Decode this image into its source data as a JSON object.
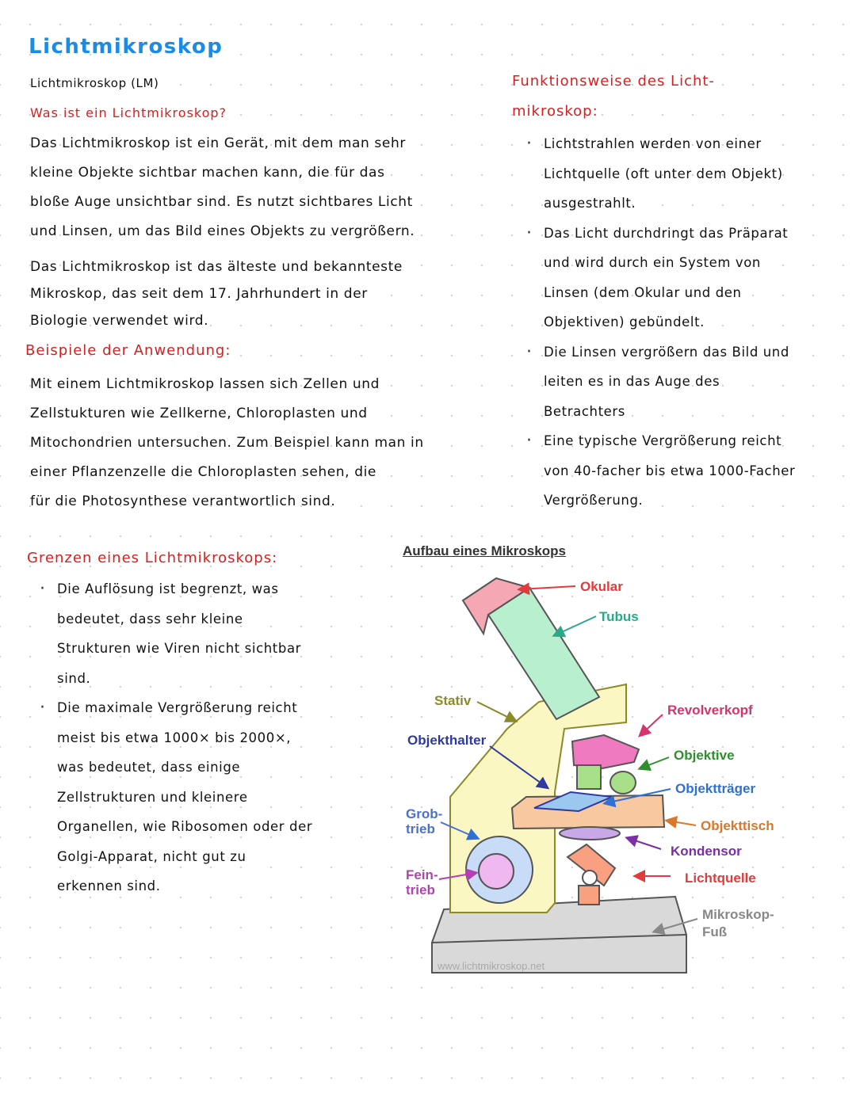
{
  "title": "Lichtmikroskop",
  "abbreviation": "Lichtmikroskop (LM)",
  "left": {
    "question": "Was ist ein Lichtmikroskop?",
    "definition_lines": [
      "Das Lichtmikroskop ist ein Gerät, mit dem man sehr",
      "kleine Objekte sichtbar machen kann, die für das",
      "bloße Auge unsichtbar sind. Es nutzt sichtbares Licht",
      "und Linsen, um das Bild eines Objekts zu vergrößern."
    ],
    "history_lines": [
      "Das Lichtmikroskop ist das älteste und bekannteste",
      "Mikroskop, das seit dem 17. Jahrhundert in der",
      "Biologie verwendet wird."
    ],
    "examples_heading": "Beispiele der Anwendung:",
    "examples_lines": [
      "Mit einem Lichtmikroskop lassen sich Zellen und",
      "Zellstukturen wie Zellkerne, Chloroplasten und",
      "Mitochondrien untersuchen. Zum Beispiel kann man in",
      "einer Pflanzenzelle die Chloroplasten sehen, die",
      "für die Photosynthese verantwortlich sind."
    ]
  },
  "right": {
    "heading_line1": "Funktionsweise des Licht-",
    "heading_line2": "mikroskop:",
    "bullets": [
      [
        "Lichtstrahlen werden von einer",
        "Lichtquelle (oft unter dem Objekt)",
        "ausgestrahlt."
      ],
      [
        "Das Licht durchdringt das Präparat",
        "und wird durch ein System von",
        "Linsen (dem Okular und den",
        "Objektiven) gebündelt."
      ],
      [
        "Die Linsen vergrößern das Bild und",
        "leiten es in das Auge des",
        "Betrachters"
      ],
      [
        "Eine typische Vergrößerung reicht",
        "von 40-facher bis etwa 1000-Facher",
        "Vergrößerung."
      ]
    ]
  },
  "limits": {
    "heading": "Grenzen eines Lichtmikroskops:",
    "bullets": [
      [
        "Die Auflösung ist begrenzt, was",
        "bedeutet, dass sehr kleine",
        "Strukturen wie Viren nicht sichtbar",
        "sind."
      ],
      [
        "Die maximale Vergrößerung reicht",
        "meist bis etwa 1000× bis 2000×,",
        "was bedeutet, dass einige",
        "Zellstrukturen und kleinere",
        "Organellen, wie Ribosomen oder der",
        "Golgi-Apparat, nicht gut zu",
        "erkennen sind."
      ]
    ]
  },
  "diagram": {
    "title": "Aufbau eines Mikroskops",
    "watermark": "www.lichtmikroskop.net",
    "labels": {
      "okular": "Okular",
      "tubus": "Tubus",
      "stativ": "Stativ",
      "revolverkopf": "Revolverkopf",
      "objekthalter": "Objekthalter",
      "objektive": "Objektive",
      "objekttraeger": "Objektträger",
      "grobtrieb_1": "Grob-",
      "grobtrieb_2": "trieb",
      "objekttisch": "Objekttisch",
      "kondensor": "Kondensor",
      "feintrieb_1": "Fein-",
      "feintrieb_2": "trieb",
      "lichtquelle": "Lichtquelle",
      "fuss_1": "Mikroskop-",
      "fuss_2": "Fuß"
    },
    "colors": {
      "okular": "#e23b3b",
      "tubus": "#2aa88a",
      "stativ": "#8a8a2a",
      "revolverkopf": "#d6336c",
      "objekthalter": "#2e3a9e",
      "objektive": "#2f8f2f",
      "objekttraeger": "#2f6fd6",
      "grobtrieb": "#4a6fd6",
      "objekttisch": "#d9772a",
      "kondensor": "#7a2ea8",
      "feintrieb": "#b43fb4",
      "lichtquelle": "#e23b3b",
      "fuss": "#888888"
    }
  }
}
